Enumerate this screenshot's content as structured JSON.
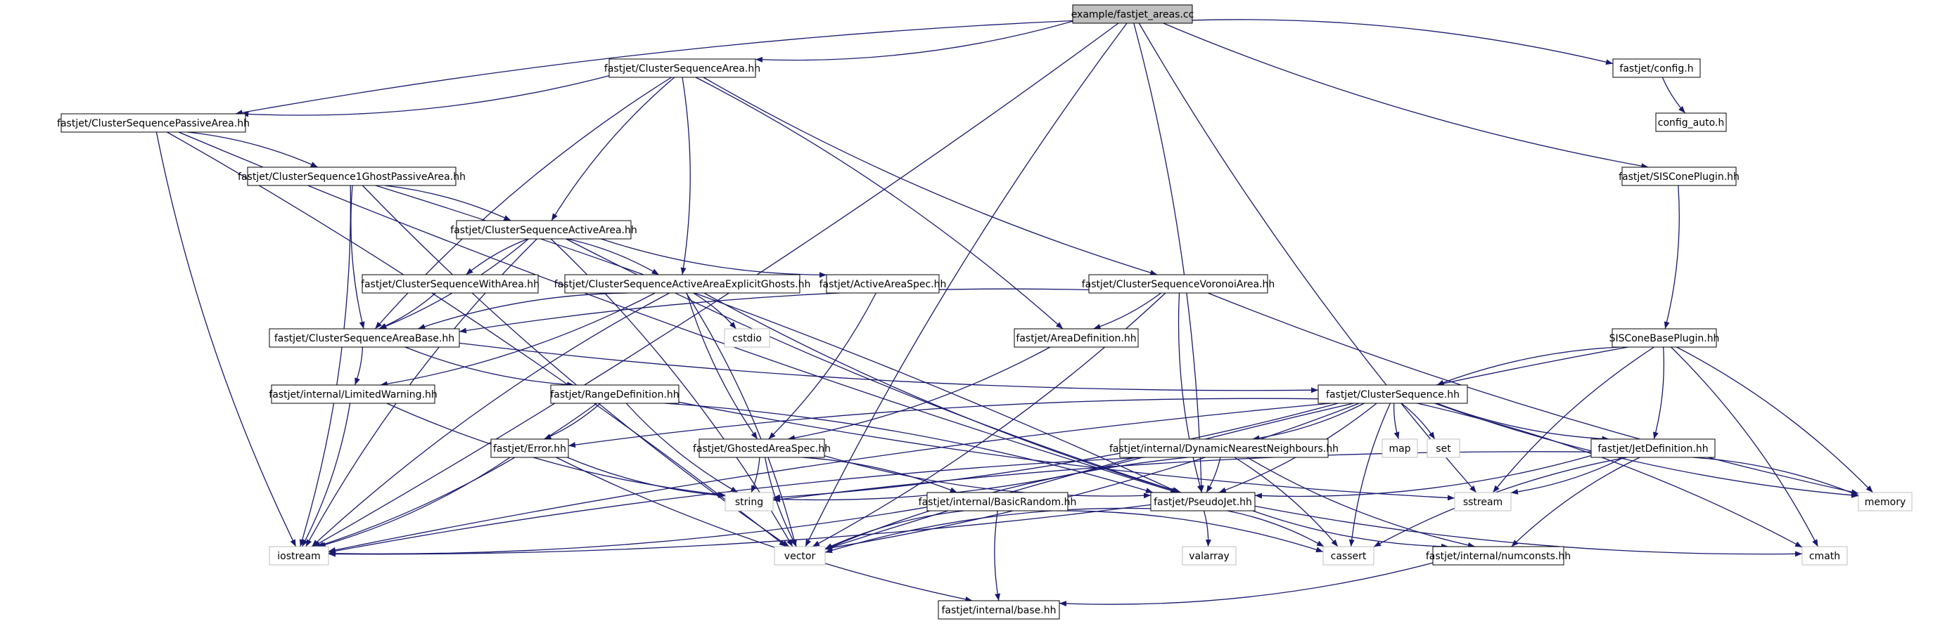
{
  "diagram": {
    "colors": {
      "edge": "#191970",
      "node_border": "#000000",
      "system_border": "#bfbfbf",
      "root_fill": "#bfbfbf",
      "background": "#ffffff"
    },
    "nodes": [
      {
        "id": "root",
        "label": "example/fastjet_areas.cc",
        "kind": "root"
      },
      {
        "id": "csa",
        "label": "fastjet/ClusterSequenceArea.hh",
        "kind": "file"
      },
      {
        "id": "cspa",
        "label": "fastjet/ClusterSequencePassiveArea.hh",
        "kind": "file"
      },
      {
        "id": "cs1g",
        "label": "fastjet/ClusterSequence1GhostPassiveArea.hh",
        "kind": "file"
      },
      {
        "id": "csaa",
        "label": "fastjet/ClusterSequenceActiveArea.hh",
        "kind": "file"
      },
      {
        "id": "cswa",
        "label": "fastjet/ClusterSequenceWithArea.hh",
        "kind": "file"
      },
      {
        "id": "csaaeg",
        "label": "fastjet/ClusterSequenceActiveAreaExplicitGhosts.hh",
        "kind": "file"
      },
      {
        "id": "aas",
        "label": "fastjet/ActiveAreaSpec.hh",
        "kind": "file"
      },
      {
        "id": "csva",
        "label": "fastjet/ClusterSequenceVoronoiArea.hh",
        "kind": "file"
      },
      {
        "id": "csab",
        "label": "fastjet/ClusterSequenceAreaBase.hh",
        "kind": "file"
      },
      {
        "id": "ad",
        "label": "fastjet/AreaDefinition.hh",
        "kind": "file"
      },
      {
        "id": "lw",
        "label": "fastjet/internal/LimitedWarning.hh",
        "kind": "file"
      },
      {
        "id": "rd",
        "label": "fastjet/RangeDefinition.hh",
        "kind": "file"
      },
      {
        "id": "cs",
        "label": "fastjet/ClusterSequence.hh",
        "kind": "file"
      },
      {
        "id": "err",
        "label": "fastjet/Error.hh",
        "kind": "file"
      },
      {
        "id": "gas",
        "label": "fastjet/GhostedAreaSpec.hh",
        "kind": "file"
      },
      {
        "id": "dnn",
        "label": "fastjet/internal/DynamicNearestNeighbours.hh",
        "kind": "file"
      },
      {
        "id": "br",
        "label": "fastjet/internal/BasicRandom.hh",
        "kind": "file"
      },
      {
        "id": "pj",
        "label": "fastjet/PseudoJet.hh",
        "kind": "file"
      },
      {
        "id": "jd",
        "label": "fastjet/JetDefinition.hh",
        "kind": "file"
      },
      {
        "id": "nc",
        "label": "fastjet/internal/numconsts.hh",
        "kind": "file"
      },
      {
        "id": "base",
        "label": "fastjet/internal/base.hh",
        "kind": "file"
      },
      {
        "id": "cfg",
        "label": "fastjet/config.h",
        "kind": "file"
      },
      {
        "id": "cfga",
        "label": "config_auto.h",
        "kind": "file"
      },
      {
        "id": "sis",
        "label": "fastjet/SISConePlugin.hh",
        "kind": "file"
      },
      {
        "id": "sisb",
        "label": "SISConeBasePlugin.hh",
        "kind": "file"
      },
      {
        "id": "iostream",
        "label": "iostream",
        "kind": "system"
      },
      {
        "id": "vector",
        "label": "vector",
        "kind": "system"
      },
      {
        "id": "string",
        "label": "string",
        "kind": "system"
      },
      {
        "id": "cstdio",
        "label": "cstdio",
        "kind": "system"
      },
      {
        "id": "map",
        "label": "map",
        "kind": "system"
      },
      {
        "id": "set",
        "label": "set",
        "kind": "system"
      },
      {
        "id": "sstream",
        "label": "sstream",
        "kind": "system"
      },
      {
        "id": "memory",
        "label": "memory",
        "kind": "system"
      },
      {
        "id": "valarray",
        "label": "valarray",
        "kind": "system"
      },
      {
        "id": "cassert",
        "label": "cassert",
        "kind": "system"
      },
      {
        "id": "cmath",
        "label": "cmath",
        "kind": "system"
      }
    ],
    "edges": [
      [
        "root",
        "csa"
      ],
      [
        "root",
        "cspa"
      ],
      [
        "root",
        "cfg"
      ],
      [
        "root",
        "sis"
      ],
      [
        "root",
        "iostream"
      ],
      [
        "root",
        "vector"
      ],
      [
        "root",
        "pj"
      ],
      [
        "root",
        "sstream"
      ],
      [
        "csa",
        "cspa"
      ],
      [
        "csa",
        "csaa"
      ],
      [
        "csa",
        "csaaeg"
      ],
      [
        "csa",
        "csva"
      ],
      [
        "csa",
        "ad"
      ],
      [
        "csa",
        "csab"
      ],
      [
        "cspa",
        "cs1g"
      ],
      [
        "cspa",
        "iostream"
      ],
      [
        "cspa",
        "vector"
      ],
      [
        "cspa",
        "pj"
      ],
      [
        "cs1g",
        "csaa"
      ],
      [
        "cs1g",
        "csab"
      ],
      [
        "cs1g",
        "iostream"
      ],
      [
        "cs1g",
        "vector"
      ],
      [
        "cs1g",
        "pj"
      ],
      [
        "csaa",
        "cswa"
      ],
      [
        "csaa",
        "csaaeg"
      ],
      [
        "csaa",
        "aas"
      ],
      [
        "csaa",
        "csab"
      ],
      [
        "csaa",
        "iostream"
      ],
      [
        "csaa",
        "vector"
      ],
      [
        "csaa",
        "pj"
      ],
      [
        "cswa",
        "csab"
      ],
      [
        "csaaeg",
        "csab"
      ],
      [
        "csaaeg",
        "cstdio"
      ],
      [
        "csaaeg",
        "gas"
      ],
      [
        "csaaeg",
        "lw"
      ],
      [
        "csaaeg",
        "iostream"
      ],
      [
        "csaaeg",
        "vector"
      ],
      [
        "csaaeg",
        "pj"
      ],
      [
        "aas",
        "gas"
      ],
      [
        "csva",
        "csab"
      ],
      [
        "csva",
        "ad"
      ],
      [
        "csva",
        "memory"
      ],
      [
        "csva",
        "vector"
      ],
      [
        "csva",
        "pj"
      ],
      [
        "ad",
        "gas"
      ],
      [
        "csab",
        "cs"
      ],
      [
        "csab",
        "lw"
      ],
      [
        "csab",
        "rd"
      ],
      [
        "lw",
        "iostream"
      ],
      [
        "lw",
        "string"
      ],
      [
        "rd",
        "err"
      ],
      [
        "rd",
        "string"
      ],
      [
        "rd",
        "iostream"
      ],
      [
        "rd",
        "sstream"
      ],
      [
        "rd",
        "pj"
      ],
      [
        "cs",
        "err"
      ],
      [
        "cs",
        "dnn"
      ],
      [
        "cs",
        "map"
      ],
      [
        "cs",
        "set"
      ],
      [
        "cs",
        "jd"
      ],
      [
        "cs",
        "pj"
      ],
      [
        "cs",
        "memory"
      ],
      [
        "cs",
        "cmath"
      ],
      [
        "cs",
        "cassert"
      ],
      [
        "cs",
        "vector"
      ],
      [
        "cs",
        "iostream"
      ],
      [
        "cs",
        "string"
      ],
      [
        "err",
        "string"
      ],
      [
        "err",
        "iostream"
      ],
      [
        "err",
        "base"
      ],
      [
        "gas",
        "br"
      ],
      [
        "gas",
        "vector"
      ],
      [
        "gas",
        "string"
      ],
      [
        "gas",
        "pj"
      ],
      [
        "dnn",
        "pj"
      ],
      [
        "dnn",
        "vector"
      ],
      [
        "dnn",
        "string"
      ],
      [
        "dnn",
        "iostream"
      ],
      [
        "dnn",
        "cassert"
      ],
      [
        "dnn",
        "nc"
      ],
      [
        "br",
        "iostream"
      ],
      [
        "br",
        "vector"
      ],
      [
        "br",
        "cassert"
      ],
      [
        "br",
        "base"
      ],
      [
        "pj",
        "valarray"
      ],
      [
        "pj",
        "vector"
      ],
      [
        "pj",
        "cassert"
      ],
      [
        "pj",
        "cmath"
      ],
      [
        "pj",
        "iostream"
      ],
      [
        "pj",
        "nc"
      ],
      [
        "jd",
        "pj"
      ],
      [
        "jd",
        "string"
      ],
      [
        "jd",
        "memory"
      ],
      [
        "jd",
        "cassert"
      ],
      [
        "jd",
        "sstream"
      ],
      [
        "jd",
        "nc"
      ],
      [
        "nc",
        "base"
      ],
      [
        "cfg",
        "cfga"
      ],
      [
        "sis",
        "sisb"
      ],
      [
        "sisb",
        "cs"
      ],
      [
        "sisb",
        "jd"
      ],
      [
        "sisb",
        "vector"
      ],
      [
        "sisb",
        "memory"
      ],
      [
        "sisb",
        "sstream"
      ],
      [
        "sisb",
        "cmath"
      ]
    ]
  }
}
